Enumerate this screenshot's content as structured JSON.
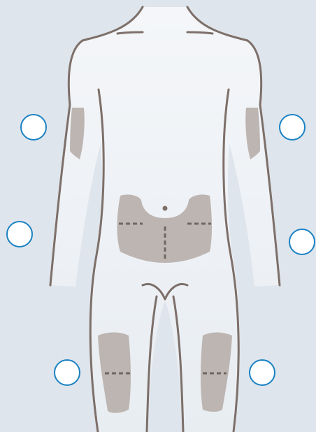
{
  "colors": {
    "background": "#dfe5ec",
    "body_fill": "#eef2f6",
    "outline": "#7d6f69",
    "zone_fill": "#bdb5b1",
    "zone_dash": "#6f6661",
    "marker_border": "#1a82c4",
    "marker_fill": "#ffffff"
  },
  "figure": {
    "icon": "human-body-front-silhouette"
  },
  "zones": [
    {
      "id": "left-upper-arm",
      "icon": "injection-zone"
    },
    {
      "id": "right-upper-arm",
      "icon": "injection-zone"
    },
    {
      "id": "abdomen",
      "icon": "injection-zone"
    },
    {
      "id": "left-thigh",
      "icon": "injection-zone"
    },
    {
      "id": "right-thigh",
      "icon": "injection-zone"
    }
  ],
  "markers": [
    {
      "id": "left-upper-arm",
      "icon": "circle-marker"
    },
    {
      "id": "right-upper-arm",
      "icon": "circle-marker"
    },
    {
      "id": "left-abdomen",
      "icon": "circle-marker"
    },
    {
      "id": "right-abdomen",
      "icon": "circle-marker"
    },
    {
      "id": "left-thigh",
      "icon": "circle-marker"
    },
    {
      "id": "right-thigh",
      "icon": "circle-marker"
    }
  ]
}
